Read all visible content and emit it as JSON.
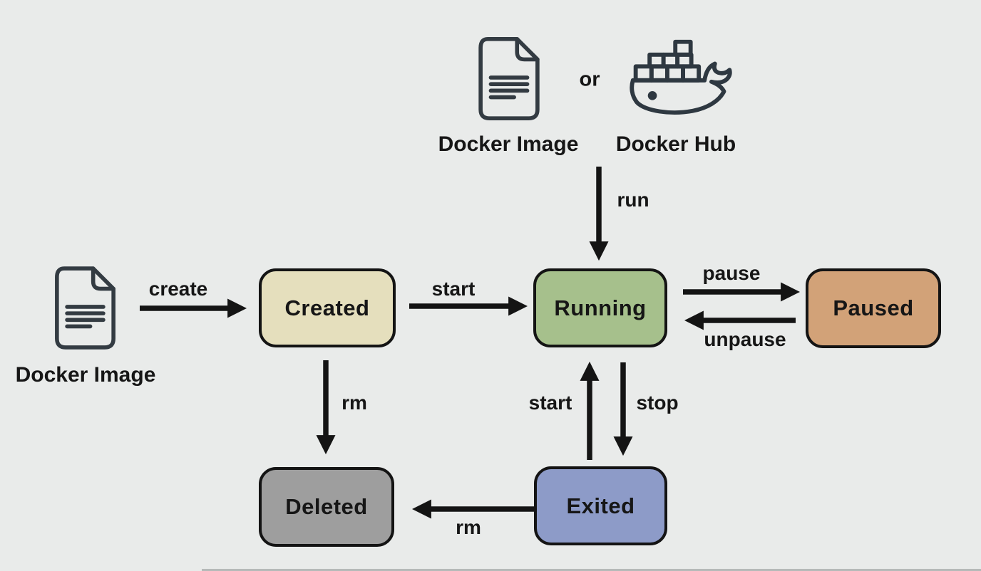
{
  "colors": {
    "background": "#e9ebea",
    "ink": "#161616",
    "icon_stroke": "#333b42"
  },
  "sources": {
    "top_image_label": "Docker Image",
    "hub_label": "Docker Hub",
    "or_label": "or",
    "left_image_label": "Docker Image"
  },
  "states": {
    "created": {
      "label": "Created",
      "fill": "#e5dfbd"
    },
    "running": {
      "label": "Running",
      "fill": "#a6c08c"
    },
    "paused": {
      "label": "Paused",
      "fill": "#d2a278"
    },
    "deleted": {
      "label": "Deleted",
      "fill": "#9e9e9e"
    },
    "exited": {
      "label": "Exited",
      "fill": "#8d9bc8"
    }
  },
  "transitions": {
    "run": "run",
    "create": "create",
    "start_created_to_running": "start",
    "pause": "pause",
    "unpause": "unpause",
    "rm_created_to_deleted": "rm",
    "start_exited_to_running": "start",
    "stop_running_to_exited": "stop",
    "rm_exited_to_deleted": "rm"
  }
}
